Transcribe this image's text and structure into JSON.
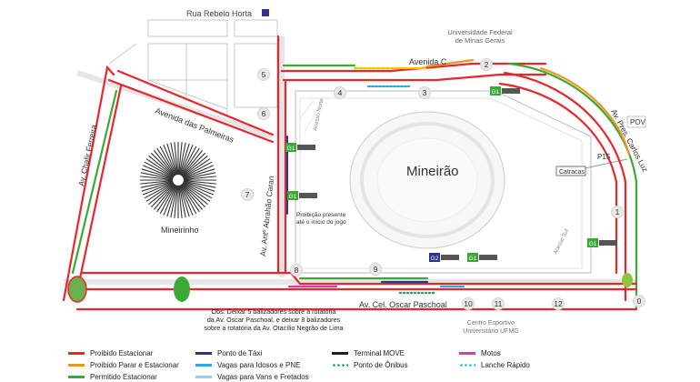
{
  "streets": {
    "rua_rebelo_horta": "Rua Rebelo Horta",
    "avenida_c": "Avenida C",
    "avenida_palmeiras": "Avenida das Palmeiras",
    "av_chafir": "Av. Chafir Ferreira",
    "av_abrahao": "Av. Antº Abrahão Caran",
    "av_carlos_luz": "Av. Pres. Carlos Luz",
    "av_oscar": "Av. Cel. Oscar Paschoal",
    "acesso_norte": "Acesso Norte",
    "acesso_sul": "Acesso Sul"
  },
  "places": {
    "ufmg": "Universidade Federal\nde Minas Gerais",
    "mineirao": "Mineirão",
    "mineirinho": "Mineirinho",
    "centro_esportivo": "Centro Esportivo\nUniversitário UFMG",
    "catracas": "Catracas",
    "p15": "P15",
    "pov": "POV"
  },
  "gates": [
    "0",
    "1",
    "2",
    "3",
    "4",
    "5",
    "6",
    "7",
    "8",
    "9",
    "10",
    "11",
    "12"
  ],
  "markers": [
    "G1",
    "G1",
    "G1",
    "G2",
    "G1",
    "G1"
  ],
  "notes": {
    "prohibition": "Proibição presente\naté o início do jogo",
    "obs": "Obs: Deixar 5 balizadores sobre a rotatória\nda Av. Oscar Paschoal, e deixar 8 balizadores\nsobre a rotatória da Av. Otacílio Negrão de Lima"
  },
  "colors": {
    "red": "#e8262b",
    "orange": "#f39221",
    "green": "#3aaa35",
    "navy": "#2e3192",
    "blue": "#27a9e1",
    "lightblue": "#8fd0ee",
    "black": "#231f20",
    "dkgreen": "#00a651",
    "magenta": "#d63ea5",
    "cyan": "#26b7e9"
  },
  "legend": [
    {
      "label": "Proibido Estacionar",
      "color": "#e8262b",
      "style": "solid"
    },
    {
      "label": "Proibido Parar e Estacionar",
      "color": "#f39221",
      "style": "solid"
    },
    {
      "label": "Permitido Estacionar",
      "color": "#3aaa35",
      "style": "solid"
    },
    {
      "label": "Ponto de Táxi",
      "color": "#2e3192",
      "style": "solid"
    },
    {
      "label": "Vagas para Idosos e PNE",
      "color": "#27a9e1",
      "style": "solid"
    },
    {
      "label": "Vagas para Vans e Fretados",
      "color": "#8fd0ee",
      "style": "solid"
    },
    {
      "label": "Terminal MOVE",
      "color": "#231f20",
      "style": "solid"
    },
    {
      "label": "Ponto de Ônibus",
      "color": "#00a651",
      "style": "dotted"
    },
    {
      "label": "Motos",
      "color": "#d63ea5",
      "style": "solid"
    },
    {
      "label": "Lanche Rápido",
      "color": "#26b7e9",
      "style": "dotted"
    }
  ]
}
